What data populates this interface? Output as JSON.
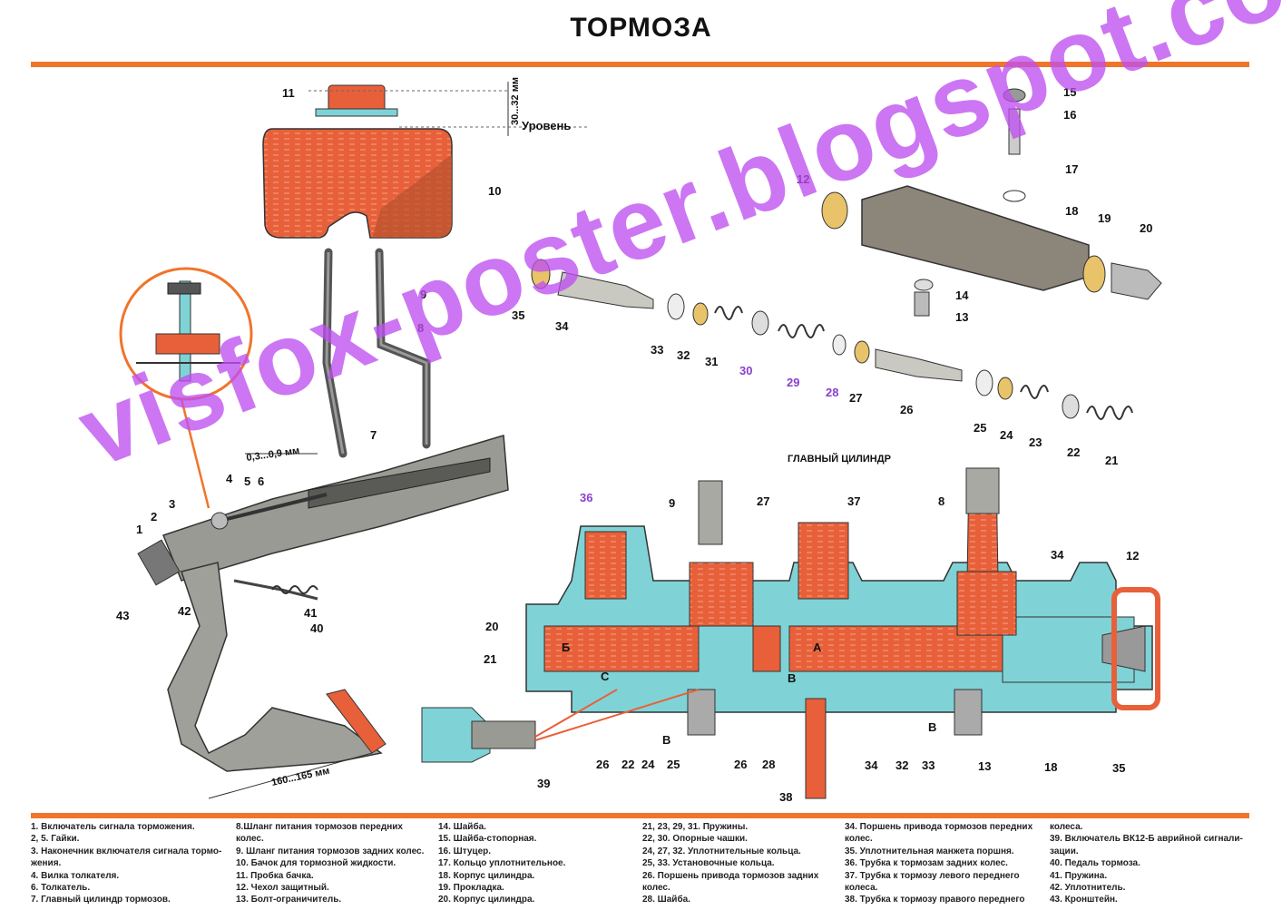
{
  "title": "ТОРМОЗА",
  "labels": {
    "level": "Уровень",
    "gap_reservoir": "30...32 мм",
    "gap_rod": "0,3...0,9 мм",
    "pedal_travel": "160...165 мм",
    "master_cylinder": "ГЛАВНЫЙ ЦИЛИНДР",
    "chamber_a": "А",
    "chamber_b": "Б",
    "mark_v1": "В",
    "mark_v2": "В",
    "mark_v3": "В",
    "mark_c": "С"
  },
  "callouts": {
    "n1": "1",
    "n2": "2",
    "n3": "3",
    "n4": "4",
    "n5": "5",
    "n6": "6",
    "n7": "7",
    "n8a": "8",
    "n8b": "8",
    "n9a": "9",
    "n9b": "9",
    "n10": "10",
    "n11": "11",
    "n12a": "12",
    "n12b": "12",
    "n13a": "13",
    "n13b": "13",
    "n14": "14",
    "n15": "15",
    "n16": "16",
    "n17": "17",
    "n18a": "18",
    "n18b": "18",
    "n19": "19",
    "n20a": "20",
    "n20b": "20",
    "n21a": "21",
    "n21b": "21",
    "n22a": "22",
    "n22b": "22",
    "n23": "23",
    "n24a": "24",
    "n24b": "24",
    "n25a": "25",
    "n25b": "25",
    "n26a": "26",
    "n26b": "26",
    "n26c": "26",
    "n27a": "27",
    "n27b": "27",
    "n28a": "28",
    "n28b": "28",
    "n29": "29",
    "n30": "30",
    "n31": "31",
    "n32a": "32",
    "n32b": "32",
    "n33a": "33",
    "n33b": "33",
    "n34a": "34",
    "n34b": "34",
    "n34c": "34",
    "n35a": "35",
    "n35b": "35",
    "n36": "36",
    "n37": "37",
    "n38": "38",
    "n39": "39",
    "n40": "40",
    "n41": "41",
    "n42": "42",
    "n43": "43"
  },
  "watermark": "visfox-poster.blogspot.com",
  "legend": {
    "col1": [
      "1. Включатель сигнала торможения.",
      "2, 5. Гайки.",
      "3. Наконечник включателя сигнала тормо-",
      "жения.",
      "4. Вилка толкателя.",
      "6. Толкатель.",
      "7. Главный цилиндр тормозов."
    ],
    "col2": [
      "8.Шланг питания тормозов передних",
      "колес.",
      "9. Шланг питания тормозов задних колес.",
      "10. Бачок для тормозной жидкости.",
      "11. Пробка бачка.",
      "12. Чехол защитный.",
      "13. Болт-ограничитель."
    ],
    "col3": [
      "14. Шайба.",
      "15. Шайба-стопорная.",
      "16. Штуцер.",
      "17. Кольцо уплотнительное.",
      "18. Корпус цилиндра.",
      "19. Прокладка.",
      "20. Корпус цилиндра."
    ],
    "col4": [
      "21, 23, 29, 31. Пружины.",
      "22, 30. Опорные чашки.",
      "24, 27, 32. Уплотнительные кольца.",
      "25, 33. Установочные кольца.",
      "26. Поршень привода тормозов задних",
      "колес.",
      "28. Шайба."
    ],
    "col5": [
      "34. Поршень привода тормозов передних",
      "колес.",
      "35. Уплотнительная манжета поршня.",
      "36. Трубка к тормозам задних колес.",
      "37. Трубка к тормозу левого переднего",
      "колеса.",
      "38. Трубка к тормозу правого переднего"
    ],
    "col6": [
      "колеса.",
      "39. Включатель ВК12-Б аврийной сигнали-",
      "зации.",
      "40. Педаль тормоза.",
      "41. Пружина.",
      "42. Уплотнитель.",
      "43. Кронштейн."
    ]
  },
  "colors": {
    "accent_bar": "#f0742a",
    "fluid": "#e8603a",
    "body_cyan": "#7fd3d6",
    "metal": "#8a8a86",
    "watermark": "#be50f0"
  }
}
